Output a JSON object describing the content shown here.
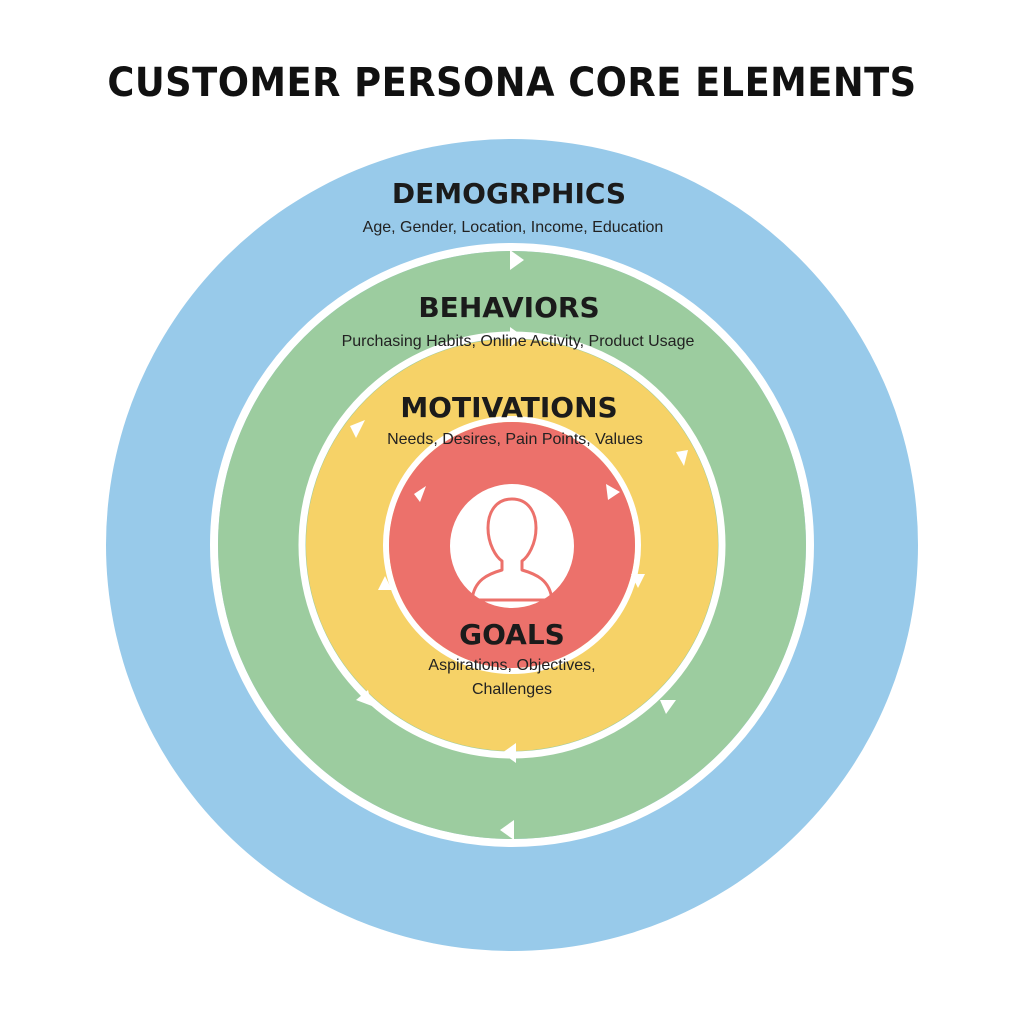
{
  "title": "CUSTOMER PERSONA CORE ELEMENTS",
  "colors": {
    "outer_blue": "#98caea",
    "green": "#9ccc9f",
    "yellow": "#f6d267",
    "red": "#ec716b",
    "separator": "#ffffff"
  },
  "icons": {
    "center": "person-icon"
  },
  "rings": [
    {
      "heading": "DEMOGRPHICS",
      "details": [
        "Age, Gender, Location, Income, Education"
      ]
    },
    {
      "heading": "BEHAVIORS",
      "details": [
        "Purchasing Habits, Online Activity, Product Usage"
      ]
    },
    {
      "heading": "MOTIVATIONS",
      "details": [
        "Needs, Desires, Pain Points, Values"
      ]
    },
    {
      "heading": "GOALS",
      "details": [
        "Aspirations, Objectives,",
        "Challenges"
      ]
    }
  ]
}
